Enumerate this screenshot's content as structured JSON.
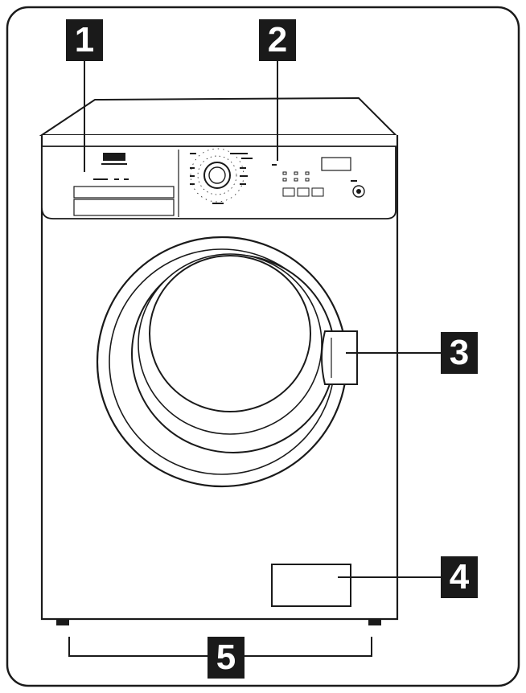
{
  "figure": {
    "subject": "washing-machine-front-view",
    "callouts": [
      {
        "id": "1",
        "label": "1"
      },
      {
        "id": "2",
        "label": "2"
      },
      {
        "id": "3",
        "label": "3"
      },
      {
        "id": "4",
        "label": "4"
      },
      {
        "id": "5",
        "label": "5"
      }
    ]
  },
  "colors": {
    "line": "#1a1a1a",
    "background": "#ffffff"
  }
}
